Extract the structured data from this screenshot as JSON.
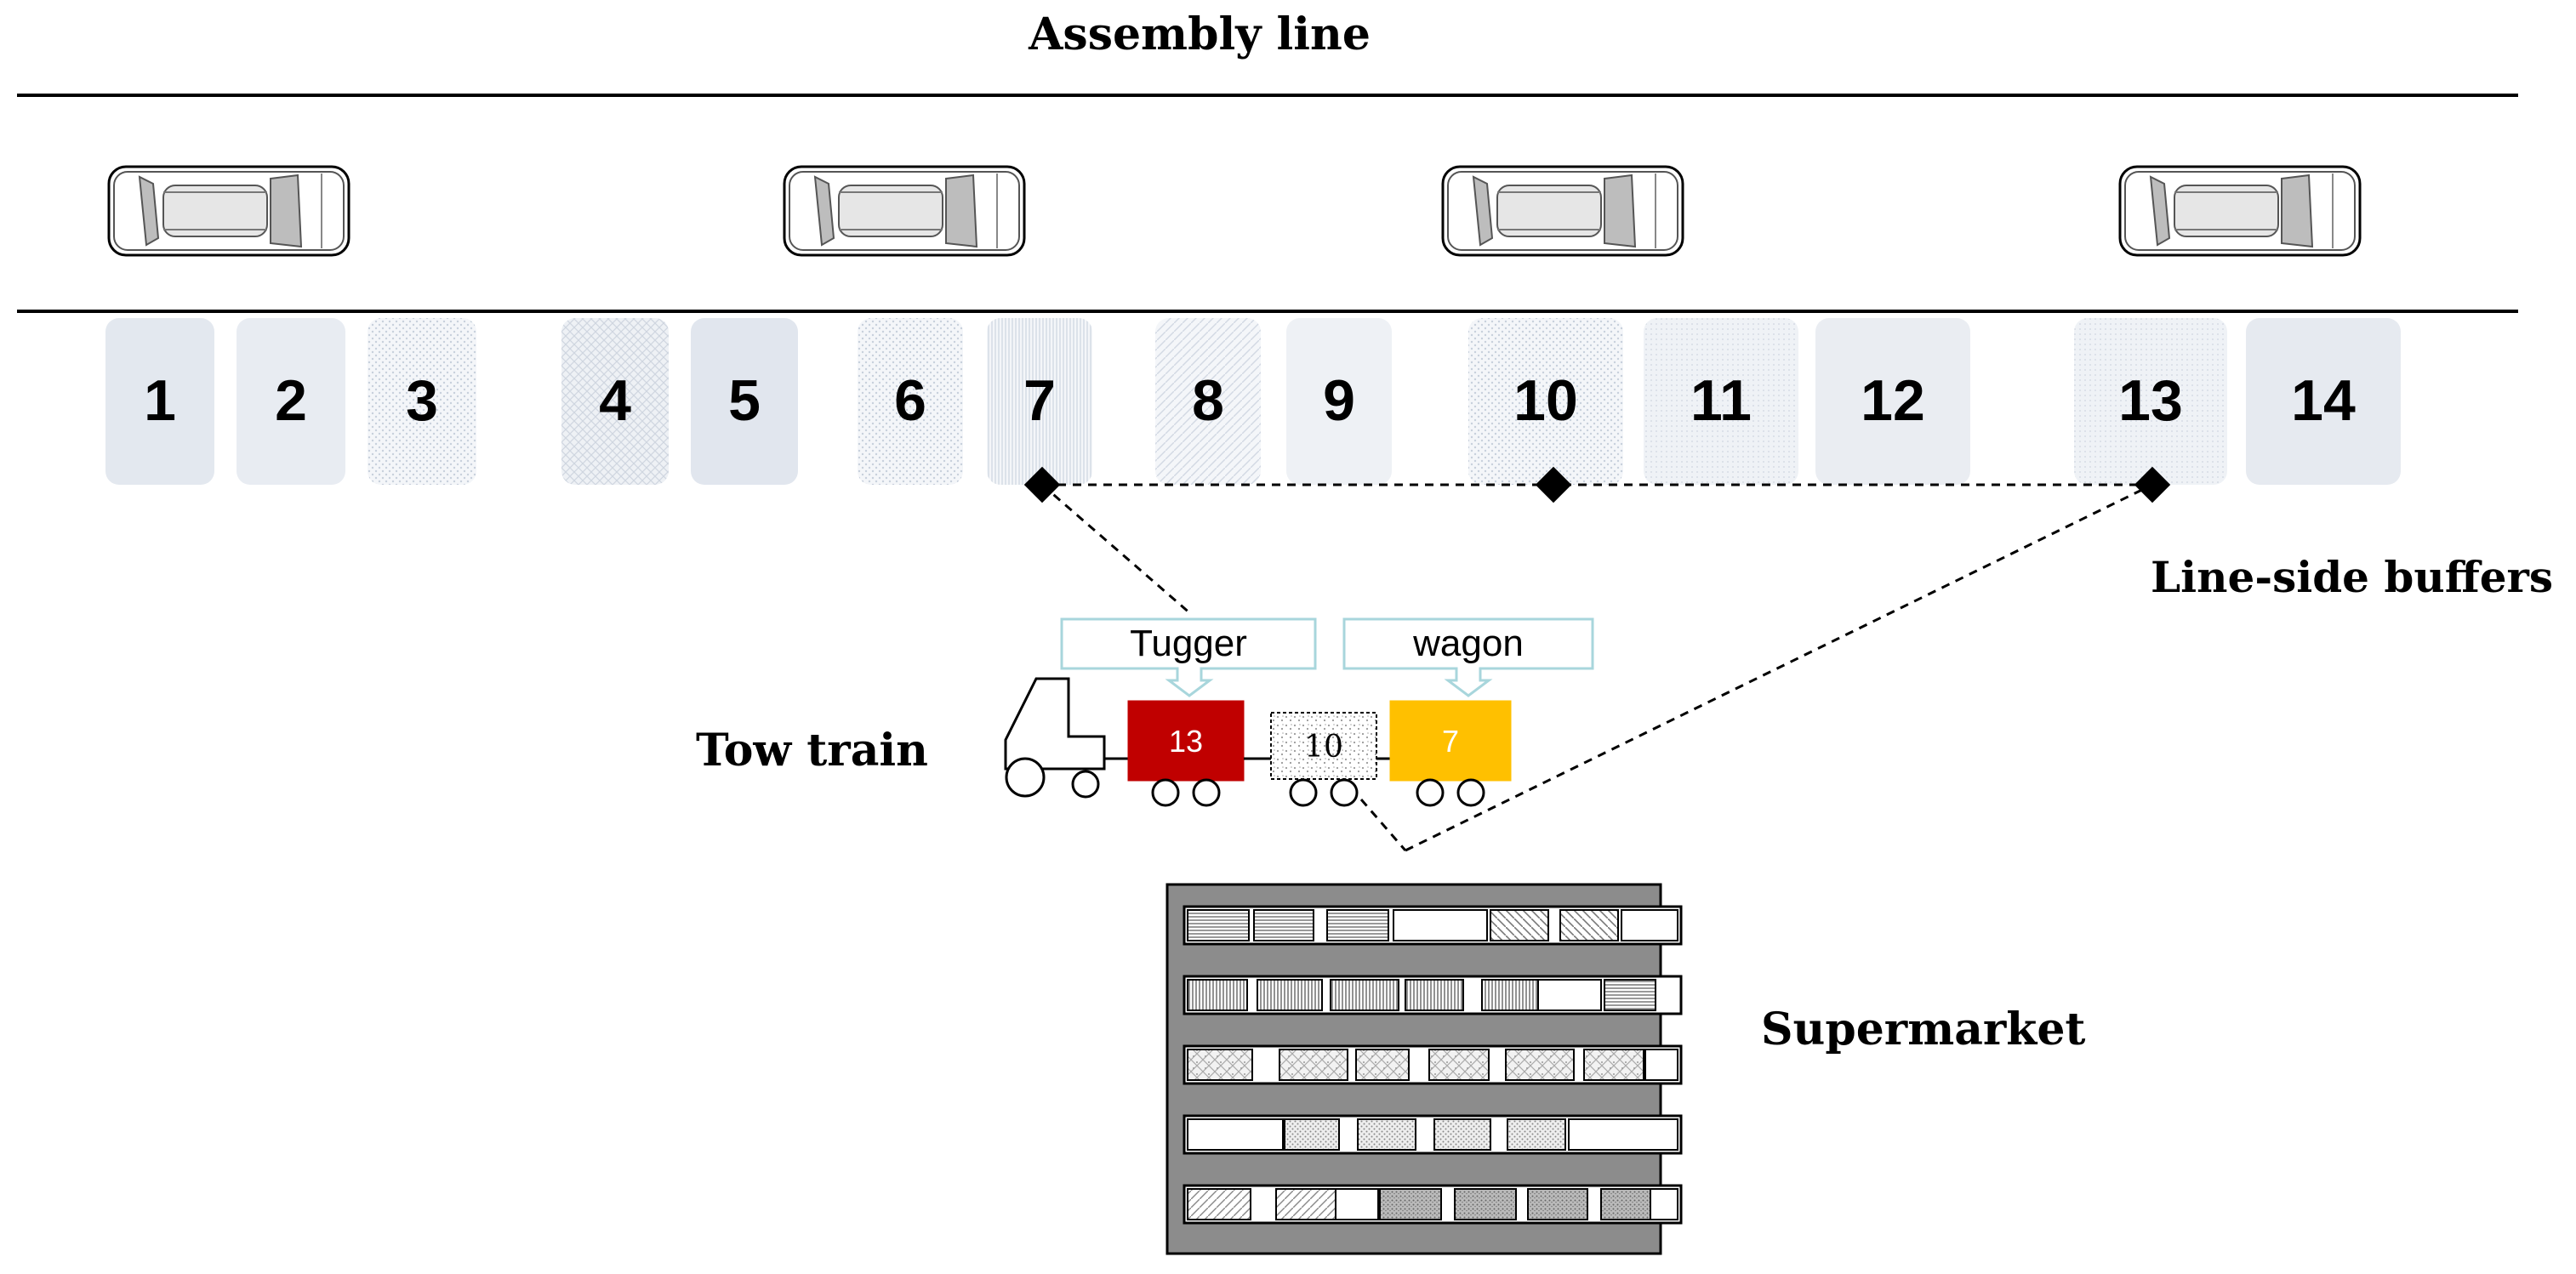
{
  "labels": {
    "assembly_line": "Assembly line",
    "line_side_buffers": "Line-side buffers",
    "tow_train": "Tow train",
    "supermarket": "Supermarket",
    "tugger": "Tugger",
    "wagon": "wagon"
  },
  "stations": [
    "1",
    "2",
    "3",
    "4",
    "5",
    "6",
    "7",
    "8",
    "9",
    "10",
    "11",
    "12",
    "13",
    "14"
  ],
  "buffer_stations": [
    "7",
    "10",
    "13"
  ],
  "cars_count_visible": 4,
  "wagons": [
    {
      "label": "13",
      "color": "#c00000",
      "text_color": "#ffffff",
      "style": "solid"
    },
    {
      "label": "10",
      "color": "#ffffff",
      "text_color": "#000000",
      "style": "dotted"
    },
    {
      "label": "7",
      "color": "#ffc000",
      "text_color": "#ffffff",
      "style": "solid"
    }
  ],
  "colors": {
    "line": "#000000",
    "station_fill": "#e3e8ef",
    "callout_border": "#a8d6dc",
    "supermarket_fill": "#8c8c8c"
  }
}
